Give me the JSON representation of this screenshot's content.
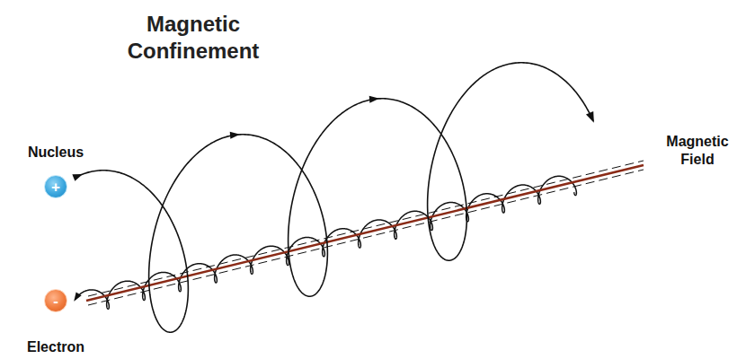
{
  "diagram": {
    "title": "Magnetic Confinement",
    "nodes": [
      {
        "text": [
          "Nucleus",
          "+"
        ]
      },
      {
        "text": [
          "-",
          "Electron"
        ]
      }
    ],
    "labels": [
      "Magnetic Field"
    ]
  }
}
